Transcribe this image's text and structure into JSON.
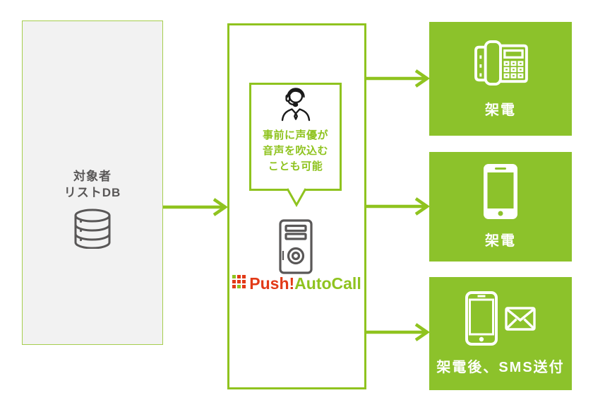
{
  "diagram": {
    "source": {
      "title_line1": "対象者",
      "title_line2": "リストDB",
      "icon": "database-icon"
    },
    "processor": {
      "callout_lines": [
        "事前に声優が",
        "音声を吹込む",
        "ことも可能"
      ],
      "callout_icon": "operator-headset-icon",
      "server_icon": "server-tower-icon",
      "logo": {
        "icon": "logo-grid-icon",
        "prefix": "Push!",
        "suffix": "AutoCall"
      }
    },
    "outputs": [
      {
        "label": "架電",
        "icons": [
          "desk-phone-icon"
        ]
      },
      {
        "label": "架電",
        "icons": [
          "smartphone-icon"
        ]
      },
      {
        "label": "架電後、SMS送付",
        "icons": [
          "smartphone-icon",
          "envelope-icon"
        ]
      }
    ],
    "colors": {
      "line_green": "#8fc31f",
      "box_green": "#8cc22b",
      "source_bg": "#f2f2f2",
      "dark_gray": "#595757",
      "logo_red": "#e23a17",
      "icon_black": "#1a1a1a",
      "white": "#ffffff"
    }
  }
}
